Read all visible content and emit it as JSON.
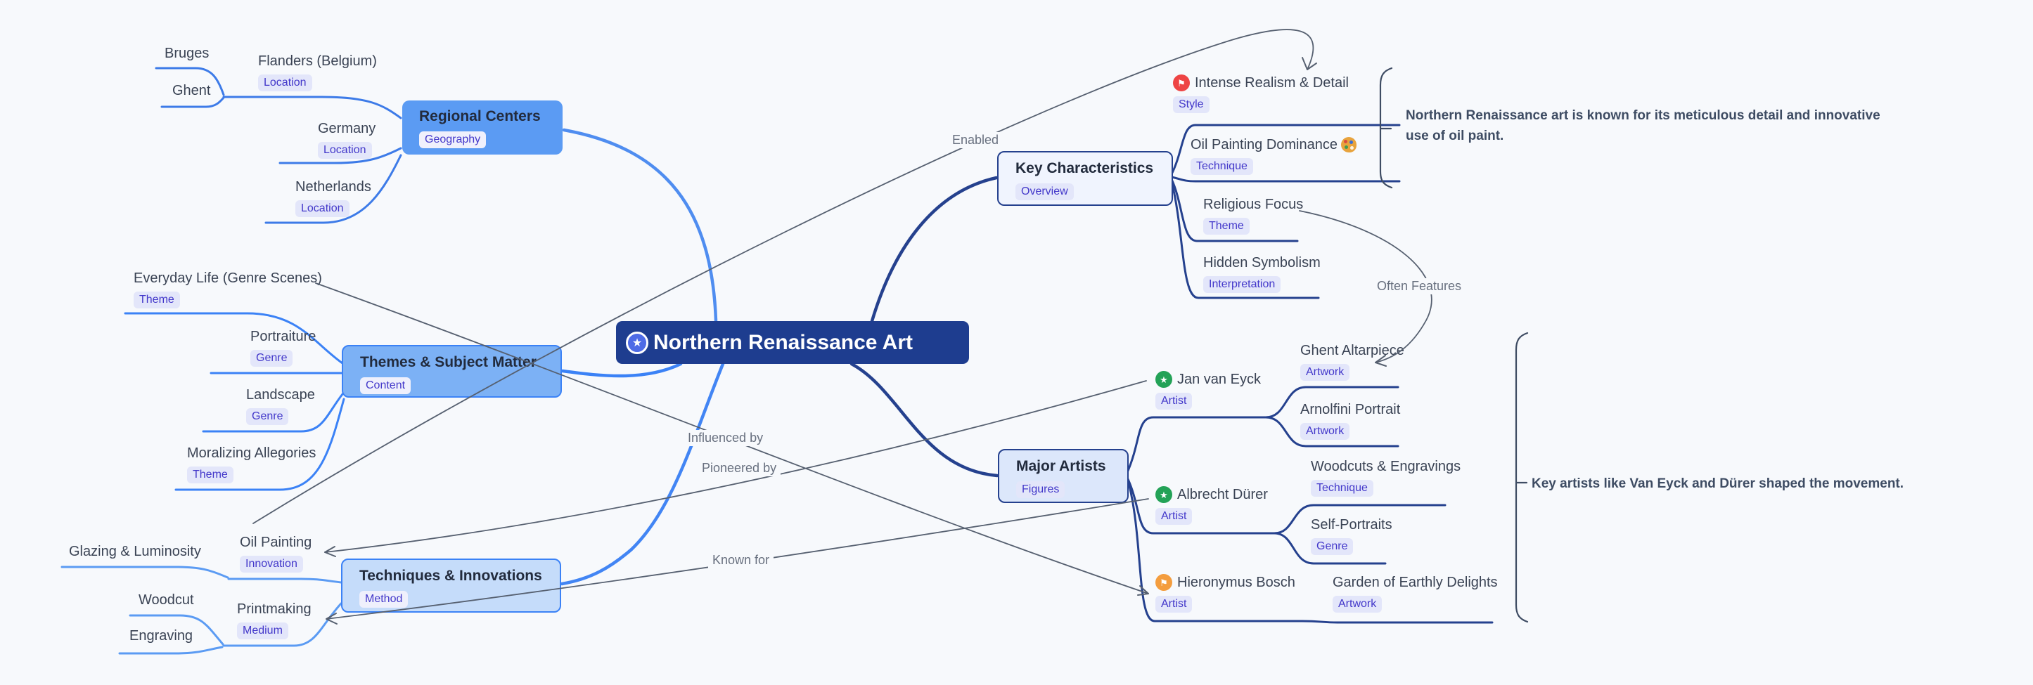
{
  "central": {
    "label": "Northern Renaissance Art"
  },
  "sections": {
    "regional": {
      "title": "Regional Centers",
      "tag": "Geography"
    },
    "key": {
      "title": "Key Characteristics",
      "tag": "Overview"
    },
    "themes": {
      "title": "Themes & Subject Matter",
      "tag": "Content"
    },
    "artists": {
      "title": "Major Artists",
      "tag": "Figures"
    },
    "tech": {
      "title": "Techniques & Innovations",
      "tag": "Method"
    }
  },
  "items": {
    "flanders": {
      "label": "Flanders (Belgium)",
      "tag": "Location"
    },
    "bruges": {
      "label": "Bruges"
    },
    "ghent": {
      "label": "Ghent"
    },
    "germany": {
      "label": "Germany",
      "tag": "Location"
    },
    "netherlands": {
      "label": "Netherlands",
      "tag": "Location"
    },
    "realism": {
      "label": "Intense Realism & Detail",
      "tag": "Style"
    },
    "oildom": {
      "label": "Oil Painting Dominance",
      "tag": "Technique"
    },
    "religious": {
      "label": "Religious Focus",
      "tag": "Theme"
    },
    "symbolism": {
      "label": "Hidden Symbolism",
      "tag": "Interpretation"
    },
    "everyday": {
      "label": "Everyday Life (Genre Scenes)",
      "tag": "Theme"
    },
    "portraiture": {
      "label": "Portraiture",
      "tag": "Genre"
    },
    "landscape": {
      "label": "Landscape",
      "tag": "Genre"
    },
    "moralizing": {
      "label": "Moralizing Allegories",
      "tag": "Theme"
    },
    "vaneyck": {
      "label": "Jan van Eyck",
      "tag": "Artist"
    },
    "ghentalt": {
      "label": "Ghent Altarpiece",
      "tag": "Artwork"
    },
    "arnolfini": {
      "label": "Arnolfini Portrait",
      "tag": "Artwork"
    },
    "durer": {
      "label": "Albrecht Dürer",
      "tag": "Artist"
    },
    "woodcuts": {
      "label": "Woodcuts & Engravings",
      "tag": "Technique"
    },
    "selfport": {
      "label": "Self-Portraits",
      "tag": "Genre"
    },
    "bosch": {
      "label": "Hieronymus Bosch",
      "tag": "Artist"
    },
    "garden": {
      "label": "Garden of Earthly Delights",
      "tag": "Artwork"
    },
    "oilpaint": {
      "label": "Oil Painting",
      "tag": "Innovation"
    },
    "glazing": {
      "label": "Glazing & Luminosity"
    },
    "printmaking": {
      "label": "Printmaking",
      "tag": "Medium"
    },
    "woodcut": {
      "label": "Woodcut"
    },
    "engraving": {
      "label": "Engraving"
    }
  },
  "edge_labels": {
    "enabled": "Enabled",
    "often": "Often Features",
    "influenced": "Influenced by",
    "pioneered": "Pioneered by",
    "known": "Known for"
  },
  "annotations": {
    "characteristics": "Northern Renaissance art is known for its meticulous detail and innovative use of oil paint.",
    "artists": "Key artists like Van Eyck and Dürer shaped the movement."
  },
  "icons": {
    "central": "star-circle-icon",
    "realism": "red-flag-icon",
    "oildom": "palette-icon",
    "vaneyck": "green-star-icon",
    "durer": "green-star-icon",
    "bosch": "orange-flag-icon"
  },
  "colors": {
    "background": "#F7F9FC",
    "central_fill": "#1E3D8F",
    "regional_fill": "#5B9BF3",
    "themes_fill": "#7CB1F5",
    "tech_fill": "#C5DCFA",
    "key_fill": "#F0F4FE",
    "artists_fill": "#DCE7FB",
    "navy_border": "#25418E",
    "blue_border": "#3B82F6",
    "link_regional": "#3D7BE8",
    "link_themes": "#3B82F6",
    "link_tech": "#5B9BF3",
    "link_navy": "#25418E",
    "relation_gray": "#566070",
    "badge_bg": "#E3E6FA",
    "badge_text": "#4338CA",
    "item_text": "#3A4354"
  }
}
